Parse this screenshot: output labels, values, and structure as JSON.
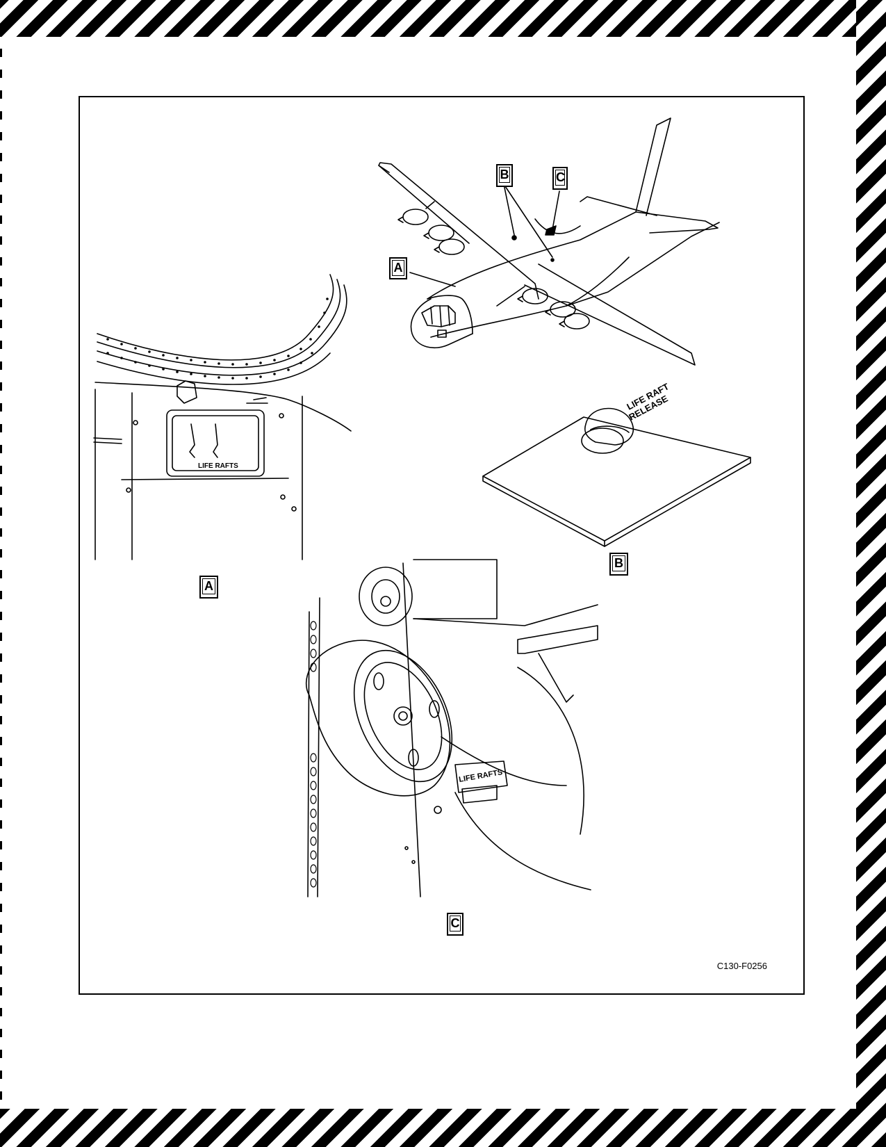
{
  "callouts": {
    "plane_a": "A",
    "plane_b": "B",
    "plane_c": "C",
    "detail_a": "A",
    "detail_b": "B",
    "detail_c": "C"
  },
  "placards": {
    "detail_a_label": "LIFE RAFTS",
    "detail_b_line1": "LIFE RAFT",
    "detail_b_line2": "RELEASE",
    "detail_c_label": "LIFE RAFTS"
  },
  "figure_id": "C130-F0256"
}
